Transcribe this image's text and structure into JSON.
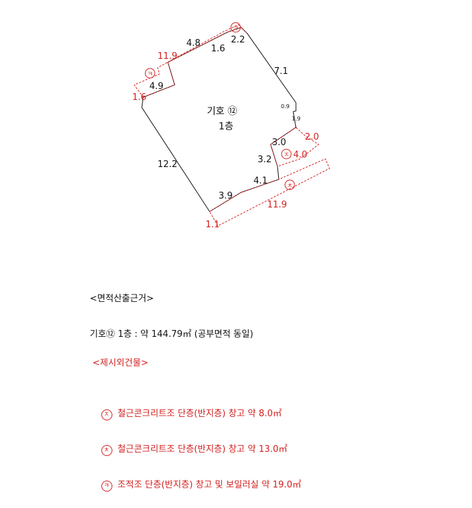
{
  "plan": {
    "room_label": "기호 ⑫",
    "floor_label": "1층",
    "dims": {
      "top_left": "4.8",
      "top_mid": "1.6",
      "top_small": "2.2",
      "right_upper": "7.1",
      "right_small_a": "0.9",
      "right_small_b": "1.9",
      "inner_30": "3.0",
      "inner_32": "3.2",
      "inner_41": "4.1",
      "bottom": "3.9",
      "left": "12.2",
      "notch": "4.9"
    },
    "red_dims": {
      "top_119": "11.9",
      "left_16": "1.6",
      "right_20": "2.0",
      "mid_40": "4.0",
      "bottom_119": "11.9",
      "bottom_11": "1.1"
    },
    "marks": {
      "ka": "ㅋ",
      "ja": "ㅈ",
      "cha": "ㅊ"
    }
  },
  "calc": {
    "heading": "<면적산출근거>",
    "line1": "기호⑫ 1층 : 약 144.79㎡ (공부면적 동일)"
  },
  "extras": {
    "heading": "<제시외건물>",
    "items": [
      {
        "mark": "ㅈ",
        "text": "철근콘크리트조 단층(반지층) 창고 약 8.0㎡"
      },
      {
        "mark": "ㅊ",
        "text": "철근콘크리트조 단층(반지층) 창고 약 13.0㎡"
      },
      {
        "mark": "ㅋ",
        "text": "조적조 단층(반지층) 창고 및 보일러실 약 19.0㎡"
      }
    ]
  },
  "colors": {
    "line": "#111111",
    "red": "#d32020"
  }
}
